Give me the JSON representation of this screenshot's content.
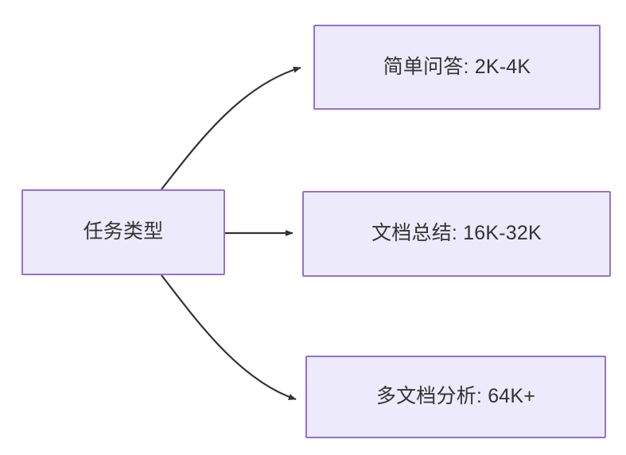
{
  "diagram": {
    "type": "flowchart",
    "direction": "left-to-right",
    "background_color": "#FFFFFF",
    "node_fill_color": "#ECEAFB",
    "node_border_color": "#9172D4",
    "node_text_color": "#333333",
    "edge_color": "#333333",
    "source_node": {
      "id": "task-type",
      "label": "任务类型"
    },
    "target_nodes": [
      {
        "id": "simple-qa",
        "label": "简单问答: 2K-4K"
      },
      {
        "id": "doc-summary",
        "label": "文档总结: 16K-32K"
      },
      {
        "id": "multi-doc-analysis",
        "label": "多文档分析: 64K+"
      }
    ],
    "edges": [
      {
        "id": "edge-to-simple-qa",
        "from": "task-type",
        "to": "simple-qa",
        "style": "curved",
        "arrowhead": "filled-triangle"
      },
      {
        "id": "edge-to-doc-summary",
        "from": "task-type",
        "to": "doc-summary",
        "style": "straight",
        "arrowhead": "filled-triangle"
      },
      {
        "id": "edge-to-multi-doc-analysis",
        "from": "task-type",
        "to": "multi-doc-analysis",
        "style": "curved",
        "arrowhead": "filled-triangle"
      }
    ]
  }
}
